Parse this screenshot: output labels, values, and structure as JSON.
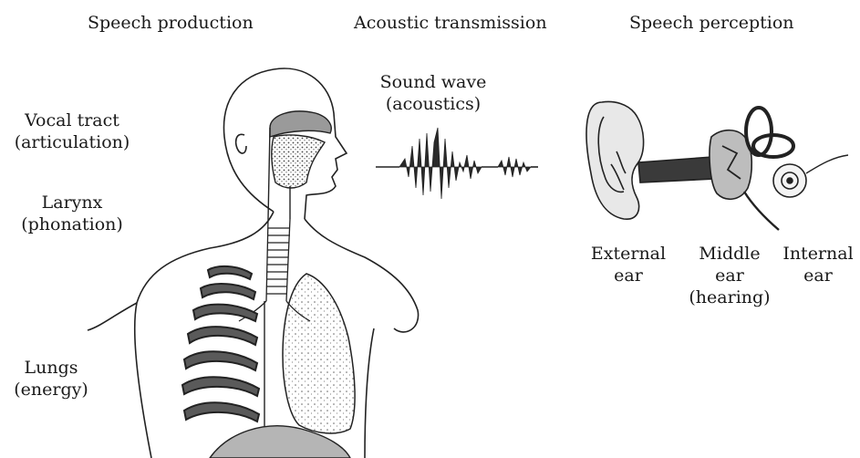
{
  "headers": {
    "production": "Speech production",
    "transmission": "Acoustic transmission",
    "perception": "Speech perception"
  },
  "labels": {
    "vocal_tract": [
      "Vocal tract",
      "(articulation)"
    ],
    "larynx": [
      "Larynx",
      "(phonation)"
    ],
    "lungs": [
      "Lungs",
      "(energy)"
    ],
    "sound_wave": [
      "Sound wave",
      "(acoustics)"
    ],
    "external_ear": [
      "External",
      "ear"
    ],
    "middle_ear": [
      "Middle",
      "ear",
      "(hearing)"
    ],
    "internal_ear": [
      "Internal",
      "ear"
    ]
  }
}
